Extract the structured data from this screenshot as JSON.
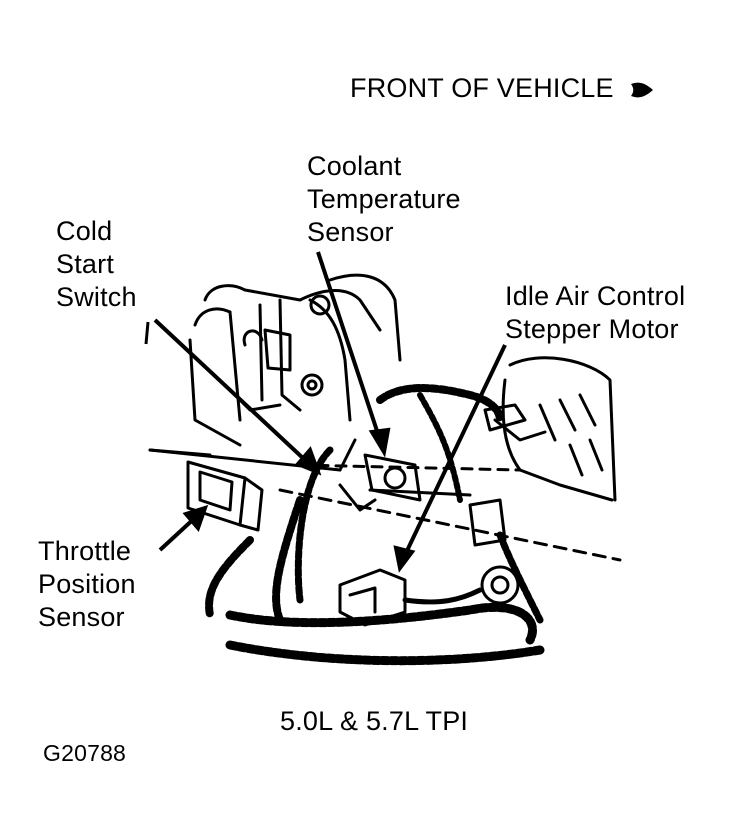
{
  "header": {
    "front_text": "FRONT OF VEHICLE"
  },
  "callouts": {
    "coolant": [
      "Coolant",
      "Temperature",
      "Sensor"
    ],
    "cold_start": [
      "Cold",
      "Start",
      "Switch"
    ],
    "idle_air": [
      "Idle Air Control",
      "Stepper Motor"
    ],
    "throttle": [
      "Throttle",
      "Position",
      "Sensor"
    ]
  },
  "caption": {
    "engine": "5.0L & 5.7L TPI",
    "figure_id": "G20788"
  },
  "icons": {
    "front_arrow": "filled-arrow-right-icon"
  }
}
